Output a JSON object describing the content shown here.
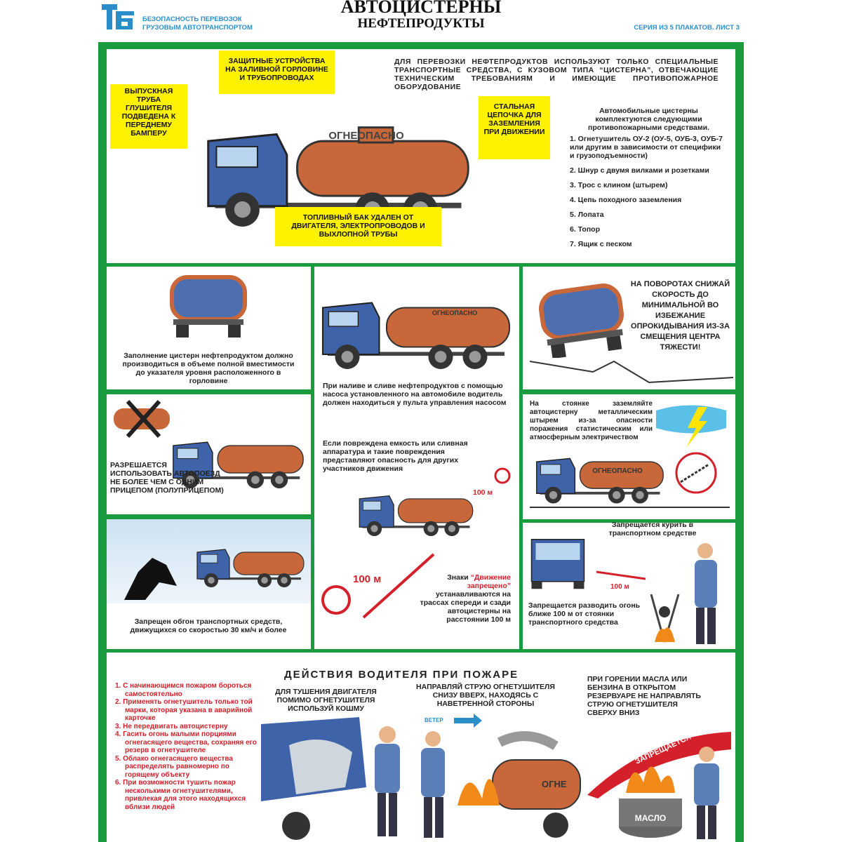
{
  "header": {
    "logo_text": "ТБ",
    "subtitle_line1": "БЕЗОПАСНОСТЬ ПЕРЕВОЗОК",
    "subtitle_line2": "ГРУЗОВЫМ АВТОТРАНСПОРТОМ",
    "title": "АВТОЦИСТЕРНЫ",
    "subtitle": "НЕФТЕПРОДУКТЫ",
    "series": "СЕРИЯ ИЗ 5 ПЛАКАТОВ. ЛИСТ 3"
  },
  "colors": {
    "green": "#1a9b3e",
    "yellow": "#fff200",
    "red": "#d4202a",
    "blue": "#2a8fc8",
    "tank": "#c8683a",
    "cab": "#3f63a8"
  },
  "top": {
    "callout_exhaust": "ВЫПУСКНАЯ ТРУБА ГЛУШИТЕЛЯ ПОДВЕДЕНА К ПЕРЕДНЕМУ БАМПЕРУ",
    "callout_protective": "ЗАЩИТНЫЕ УСТРОЙСТВА НА ЗАЛИВНОЙ ГОРЛОВИНЕ И ТРУБОПРОВОДАХ",
    "callout_chain": "СТАЛЬНАЯ ЦЕПОЧКА ДЛЯ ЗАЗЕМЛЕНИЯ ПРИ ДВИЖЕНИИ",
    "callout_fuel_tank": "ТОПЛИВНЫЙ БАК УДАЛЕН ОТ ДВИГАТЕЛЯ, ЭЛЕКТРОПРОВОДОВ И ВЫХЛОПНОЙ ТРУБЫ",
    "tank_label": "ОГНЕОПАСНО",
    "intro": "ДЛЯ ПЕРЕВОЗКИ НЕФТЕПРОДУКТОВ ИСПОЛЬЗУЮТ ТОЛЬКО СПЕЦИАЛЬНЫЕ ТРАНСПОРТНЫЕ СРЕДСТВА, С КУЗОВОМ ТИПА “ЦИСТЕРНА”, ОТВЕЧАЮЩИЕ ТЕХНИЧЕСКИМ ТРЕБОВАНИЯМ И ИМЕЮЩИЕ ПРОТИВОПОЖАРНОЕ ОБОРУДОВАНИЕ",
    "equipment_title": "Автомобильные цистерны комплектуются следующими противопожарными средствами.",
    "equipment": [
      "1. Огнетушитель ОУ-2 (ОУ-5, ОУБ-3, ОУБ-7 или другим в зависимости от специфики и грузоподъемности)",
      "2. Шнур с двумя вилками и розетками",
      "3. Трос с клином (штырем)",
      "4. Цепь походного заземления",
      "5. Лопата",
      "6. Топор",
      "7. Ящик с песком"
    ]
  },
  "panels": {
    "filling": "Заполнение цистерн нефтепродуктом должно производиться в объеме полной вместимости до указателя уровня расположенного в горловине",
    "pumping": "При наливе и сливе нефтепродуктов с помощью насоса установленного на автомобиле водитель должен находиться у пульта управления насосом",
    "turns": "НА ПОВОРОТАХ СНИЖАЙ СКОРОСТЬ ДО МИНИМАЛЬНОЙ ВО ИЗБЕЖАНИЕ ОПРОКИДЫВАНИЯ ИЗ-ЗА СМЕЩЕНИЯ ЦЕНТРА ТЯЖЕСТИ!",
    "trailer": "РАЗРЕШАЕТСЯ ИСПОЛЬЗОВАТЬ АВТОПОЕЗД НЕ БОЛЕЕ ЧЕМ С ОДНИМ ПРИЦЕПОМ (ПОЛУПРИЦЕПОМ)",
    "damaged": "Если повреждена емкость или сливная аппаратура и такие повреждения представляют опасность для других участников движения",
    "distance_label": "100 м",
    "signs_prefix": "Знаки ",
    "signs_name": "“Движение запрещено”",
    "signs_rest": " устанавливаются на трассах спереди и сзади автоцистерны на расстоянии 100 м",
    "grounding": "На стоянке заземляйте автоцистерну металлическим штырем из-за опасности поражения статистическим или атмосферным электричеством",
    "overtaking": "Запрещен обгон транспортных средств, движущихся со скоростью 30 км/ч и более",
    "no_smoking": "Запрещается курить в транспортном средстве",
    "no_fire": "Запрещается разводить огонь ближе 100 м от стоянки транспортного средства"
  },
  "bottom": {
    "title": "ДЕЙСТВИЯ ВОДИТЕЛЯ ПРИ ПОЖАРЕ",
    "rules": [
      "1. С начинающимся пожаром бороться самостоятельно",
      "2. Применять огнетушитель только той марки, которая указана в аварийной карточке",
      "3. Не передвигать автоцистерну",
      "4. Гасить огонь малыми порциями огнегасящего вещества, сохраняя его резерв в огнетушителе",
      "5. Облако огнегасящего вещества распределять равномерно по горящему объекту",
      "6. При возможности тушить пожар несколькими огнетушителями, привлекая для этого находящихся вблизи людей"
    ],
    "blanket": "ДЛЯ ТУШЕНИЯ ДВИГАТЕЛЯ ПОМИМО ОГНЕТУШИТЕЛЯ ИСПОЛЬЗУЙ КОШМУ",
    "upwind": "НАПРАВЛЯЙ СТРУЮ ОГНЕТУШИТЕЛЯ СНИЗУ ВВЕРХ, НАХОДЯСЬ С НАВЕТРЕННОЙ СТОРОНЫ",
    "wind": "ВЕТЕР",
    "tank_partial": "ОГНЕ",
    "oil": "ПРИ ГОРЕНИИ МАСЛА ИЛИ БЕНЗИНА В ОТКРЫТОМ РЕЗЕРВУАРЕ НЕ НАПРАВЛЯТЬ СТРУЮ ОГНЕТУШИТЕЛЯ СВЕРХУ ВНИЗ",
    "forbidden": "ЗАПРЕЩАЕТСЯ",
    "oil_label": "МАСЛО"
  }
}
